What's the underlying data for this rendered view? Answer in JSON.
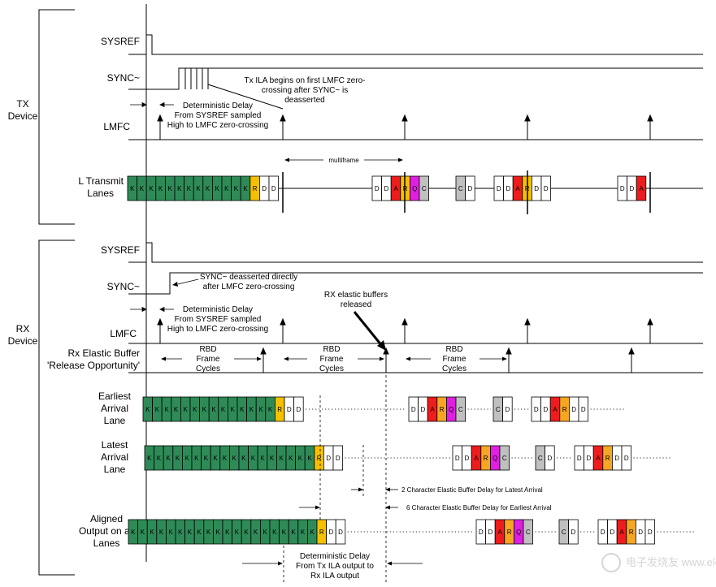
{
  "labels": {
    "tx_device": [
      "TX",
      "Device"
    ],
    "rx_device": [
      "RX",
      "Device"
    ],
    "tx_sysref": "SYSREF",
    "tx_sync": "SYNC~",
    "tx_lmfc": "LMFC",
    "tx_lanes": [
      "L Transmit",
      "Lanes"
    ],
    "rx_sysref": "SYSREF",
    "rx_sync": "SYNC~",
    "rx_lmfc": "LMFC",
    "rx_release": [
      "Rx Elastic Buffer",
      "'Release Opportunity'"
    ],
    "earliest": [
      "Earliest",
      "Arrival",
      "Lane"
    ],
    "latest": [
      "Latest",
      "Arrival",
      "Lane"
    ],
    "aligned": [
      "Aligned",
      "Output on all",
      "Lanes"
    ]
  },
  "annotations": {
    "tx_ila": [
      "Tx ILA begins on first LMFC zero-",
      "crossing after SYNC~ is",
      "deasserted"
    ],
    "tx_det_delay": [
      "Deterministic Delay",
      "From SYSREF sampled",
      "High to LMFC zero-crossing"
    ],
    "multiframe": "multiframe",
    "rx_sync_deassert": [
      "SYNC~ deasserted directly",
      "after LMFC zero-crossing"
    ],
    "rx_buffers_released": [
      "RX elastic buffers",
      "released"
    ],
    "rx_det_delay": [
      "Deterministic Delay",
      "From SYSREF sampled",
      "High to LMFC zero-crossing"
    ],
    "rbd": [
      "RBD",
      "Frame",
      "Cycles"
    ],
    "delay_latest": "2 Character Elastic Buffer Delay for Latest Arrival",
    "delay_earliest": "6 Character Elastic Buffer Delay for Earliest Arrival",
    "ila_det_delay": [
      "Deterministic Delay",
      "From Tx ILA output to",
      "Rx ILA output"
    ]
  },
  "watermark": "电子发烧友 www.elecfans.com",
  "colors": {
    "K": "#2e8b57",
    "R": "#f5c000",
    "D": "#ffffff",
    "A": "#ee1c1c",
    "Q": "#e020e0",
    "C": "#c0c0c0",
    "ORANGE": "#f5a623"
  },
  "lanes": {
    "tx": {
      "k_cells": 13,
      "tail": [
        "R",
        "D",
        "D"
      ],
      "groups": [
        [
          "D",
          "D",
          "A",
          "R",
          "Q",
          "C"
        ],
        [
          "C",
          "D"
        ],
        [
          "D",
          "D",
          "A",
          "R",
          "D",
          "D"
        ],
        [
          "D",
          "D",
          "A"
        ]
      ]
    },
    "earliest": {
      "k_cells": 14,
      "tail": [
        "R",
        "D",
        "D"
      ],
      "groups": [
        [
          "D",
          "D",
          "A",
          "R",
          "Q",
          "C"
        ],
        [
          "C",
          "D"
        ],
        [
          "D",
          "D",
          "A",
          "R",
          "D",
          "D"
        ]
      ]
    },
    "latest": {
      "k_cells": 18,
      "tail": [
        "R",
        "D",
        "D"
      ],
      "groups": [
        [
          "D",
          "D",
          "A",
          "R",
          "Q",
          "C"
        ],
        [
          "C",
          "D"
        ],
        [
          "D",
          "D",
          "A",
          "R",
          "D",
          "D"
        ]
      ]
    },
    "aligned": {
      "k_cells": 20,
      "tail": [
        "R",
        "D",
        "D"
      ],
      "groups": [
        [
          "D",
          "D",
          "A",
          "R",
          "Q",
          "C"
        ],
        [
          "C",
          "D"
        ],
        [
          "D",
          "D",
          "A",
          "R",
          "D",
          "D"
        ]
      ]
    }
  }
}
